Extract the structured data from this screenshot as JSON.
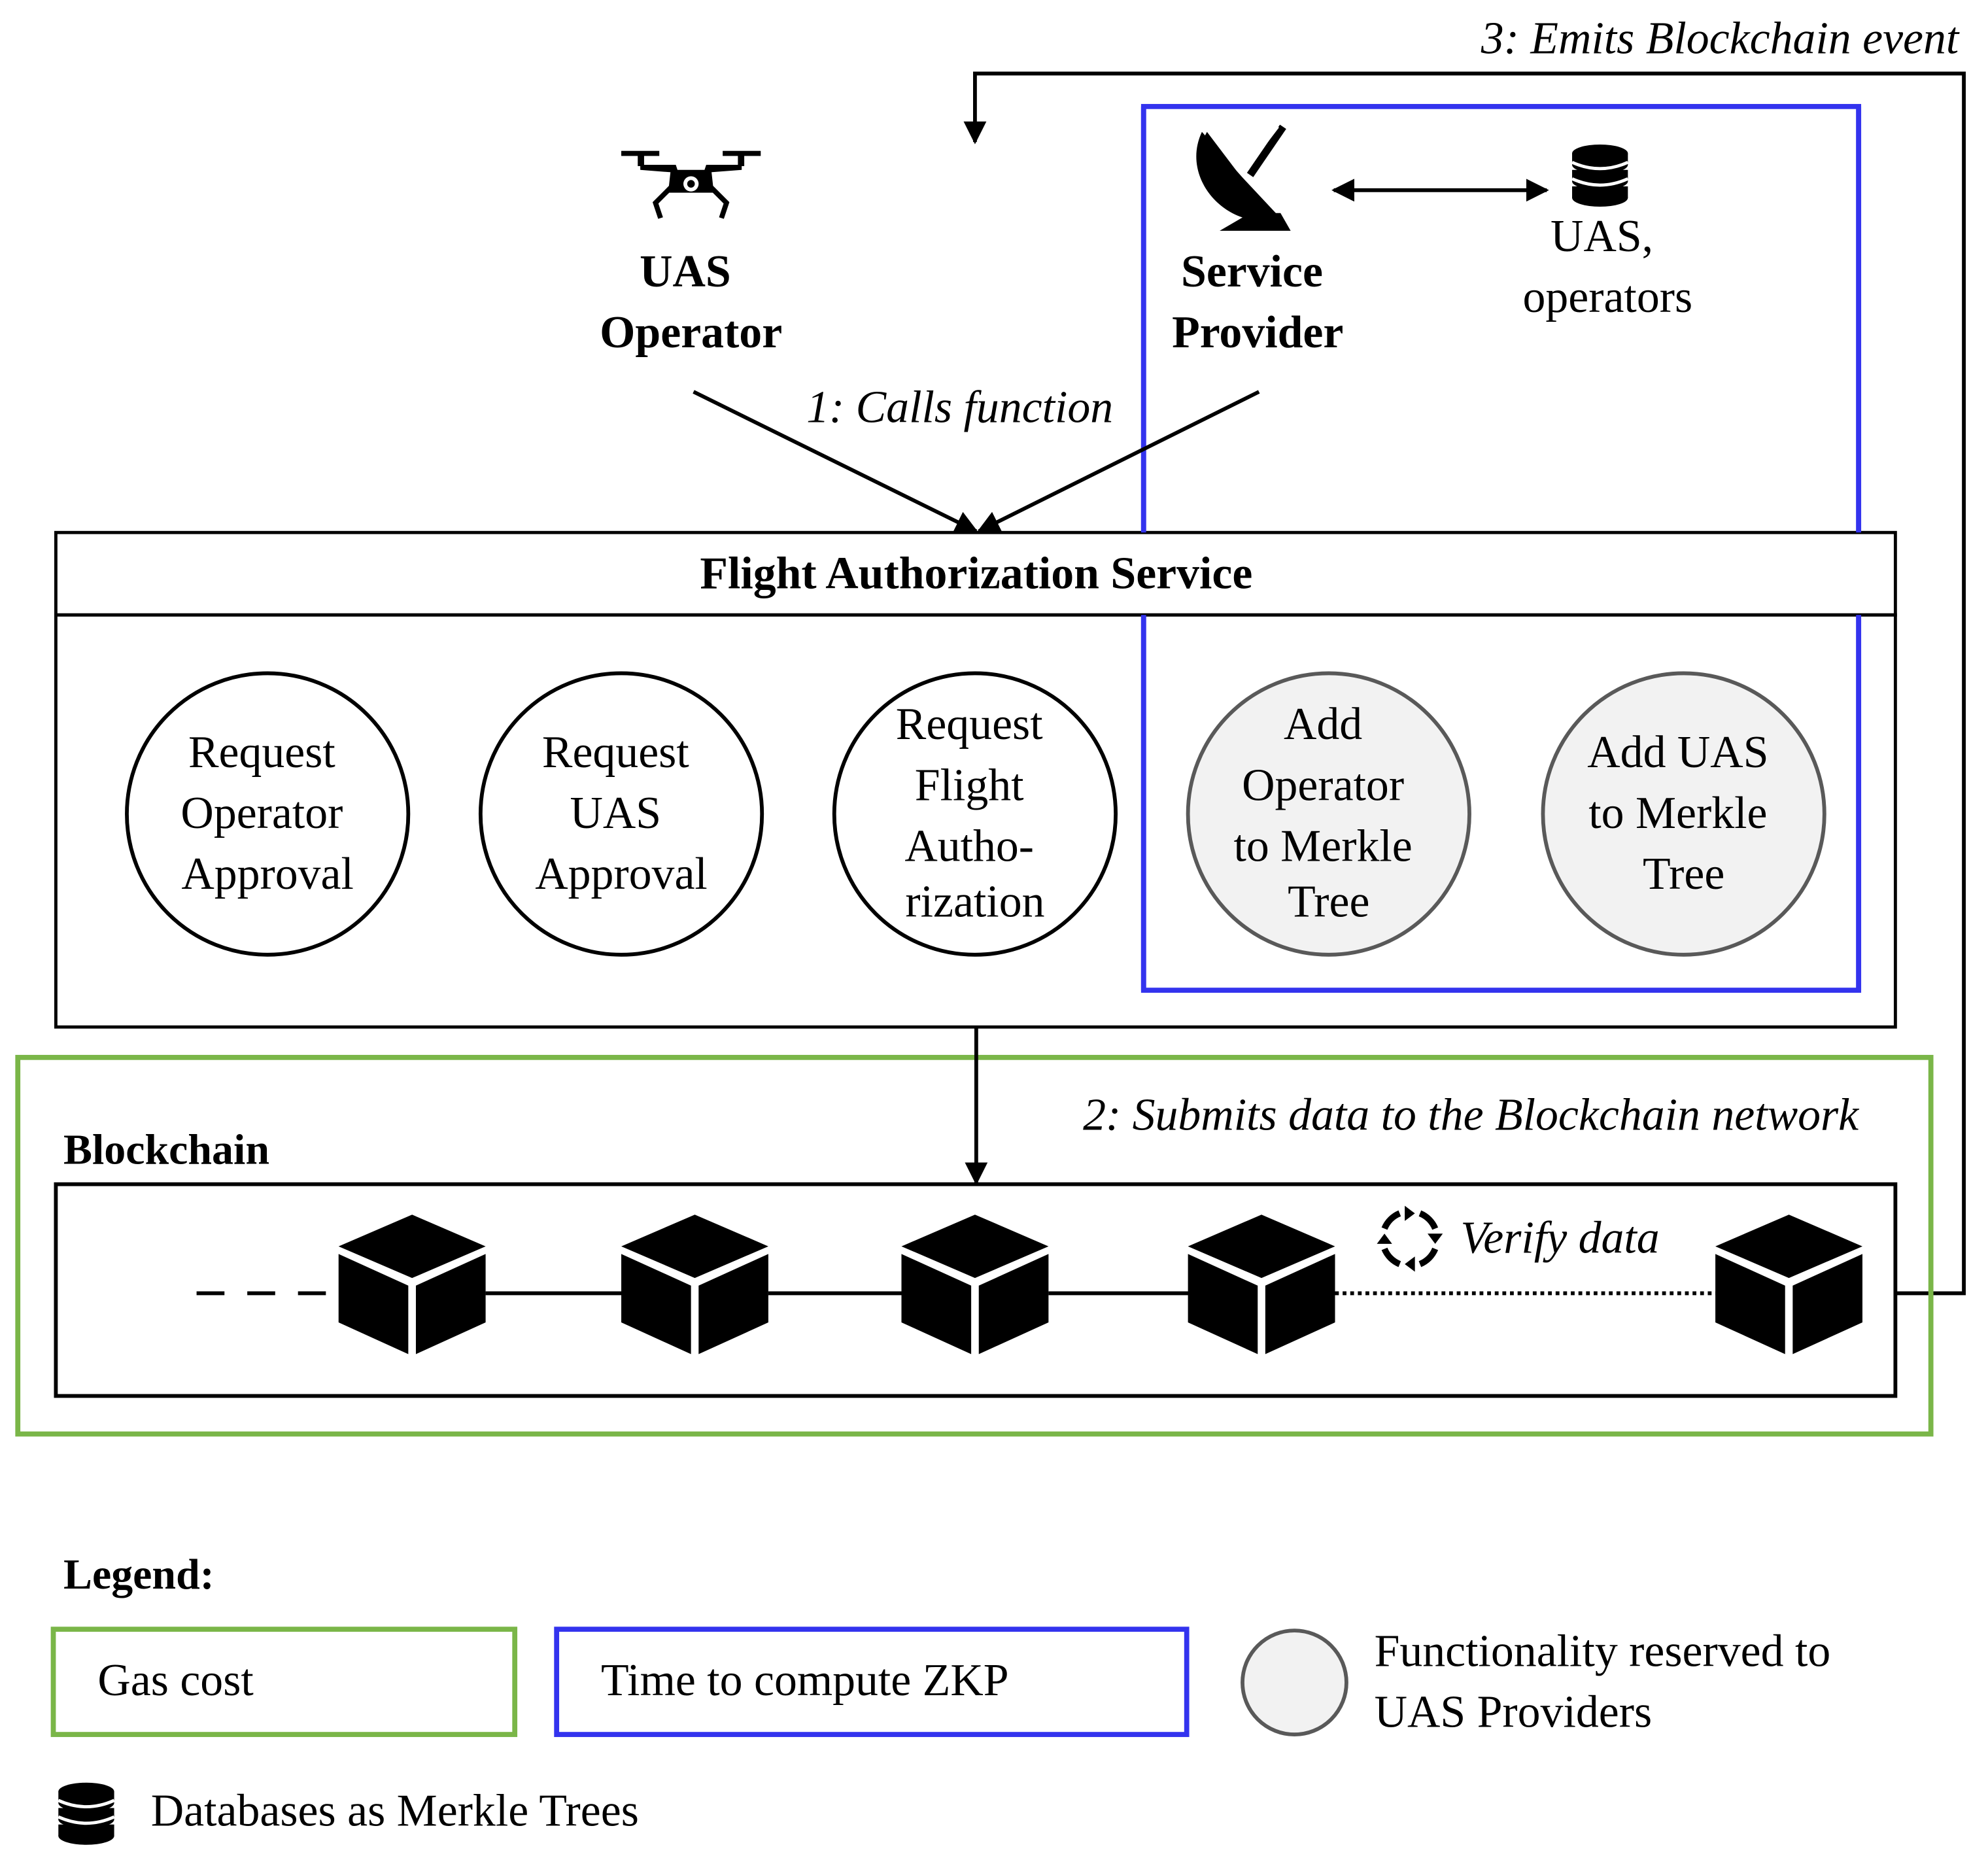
{
  "actors": {
    "uas_operator": [
      "UAS",
      "Operator"
    ],
    "service_provider": [
      "Service",
      "Provider"
    ],
    "database_label": [
      "UAS,",
      "operators"
    ]
  },
  "steps": {
    "step1": "1: Calls function",
    "step2": "2: Submits data to the Blockchain network",
    "step3": "3: Emits Blockchain event"
  },
  "service": {
    "title": "Flight Authorization Service",
    "functions": [
      {
        "lines": [
          "Request",
          "Operator",
          "Approval"
        ],
        "reserved": false
      },
      {
        "lines": [
          "Request",
          "UAS",
          "Approval"
        ],
        "reserved": false
      },
      {
        "lines": [
          "Request",
          "Flight",
          "Autho-",
          "rization"
        ],
        "reserved": false
      },
      {
        "lines": [
          "Add",
          "Operator",
          "to Merkle",
          "Tree"
        ],
        "reserved": true
      },
      {
        "lines": [
          "Add UAS",
          "to Merkle",
          "Tree"
        ],
        "reserved": true
      }
    ]
  },
  "blockchain": {
    "title": "Blockchain",
    "verify_label": "Verify data"
  },
  "legend": {
    "title": "Legend:",
    "gas_cost": "Gas cost",
    "zkp_time": "Time to compute ZKP",
    "reserved": [
      "Functionality reserved to",
      "UAS Providers"
    ],
    "databases": "Databases as Merkle Trees"
  },
  "colors": {
    "gas_cost_border": "#7ab648",
    "zkp_border": "#3333ee",
    "reserved_fill": "#f2f2f2",
    "reserved_stroke": "#595959"
  }
}
